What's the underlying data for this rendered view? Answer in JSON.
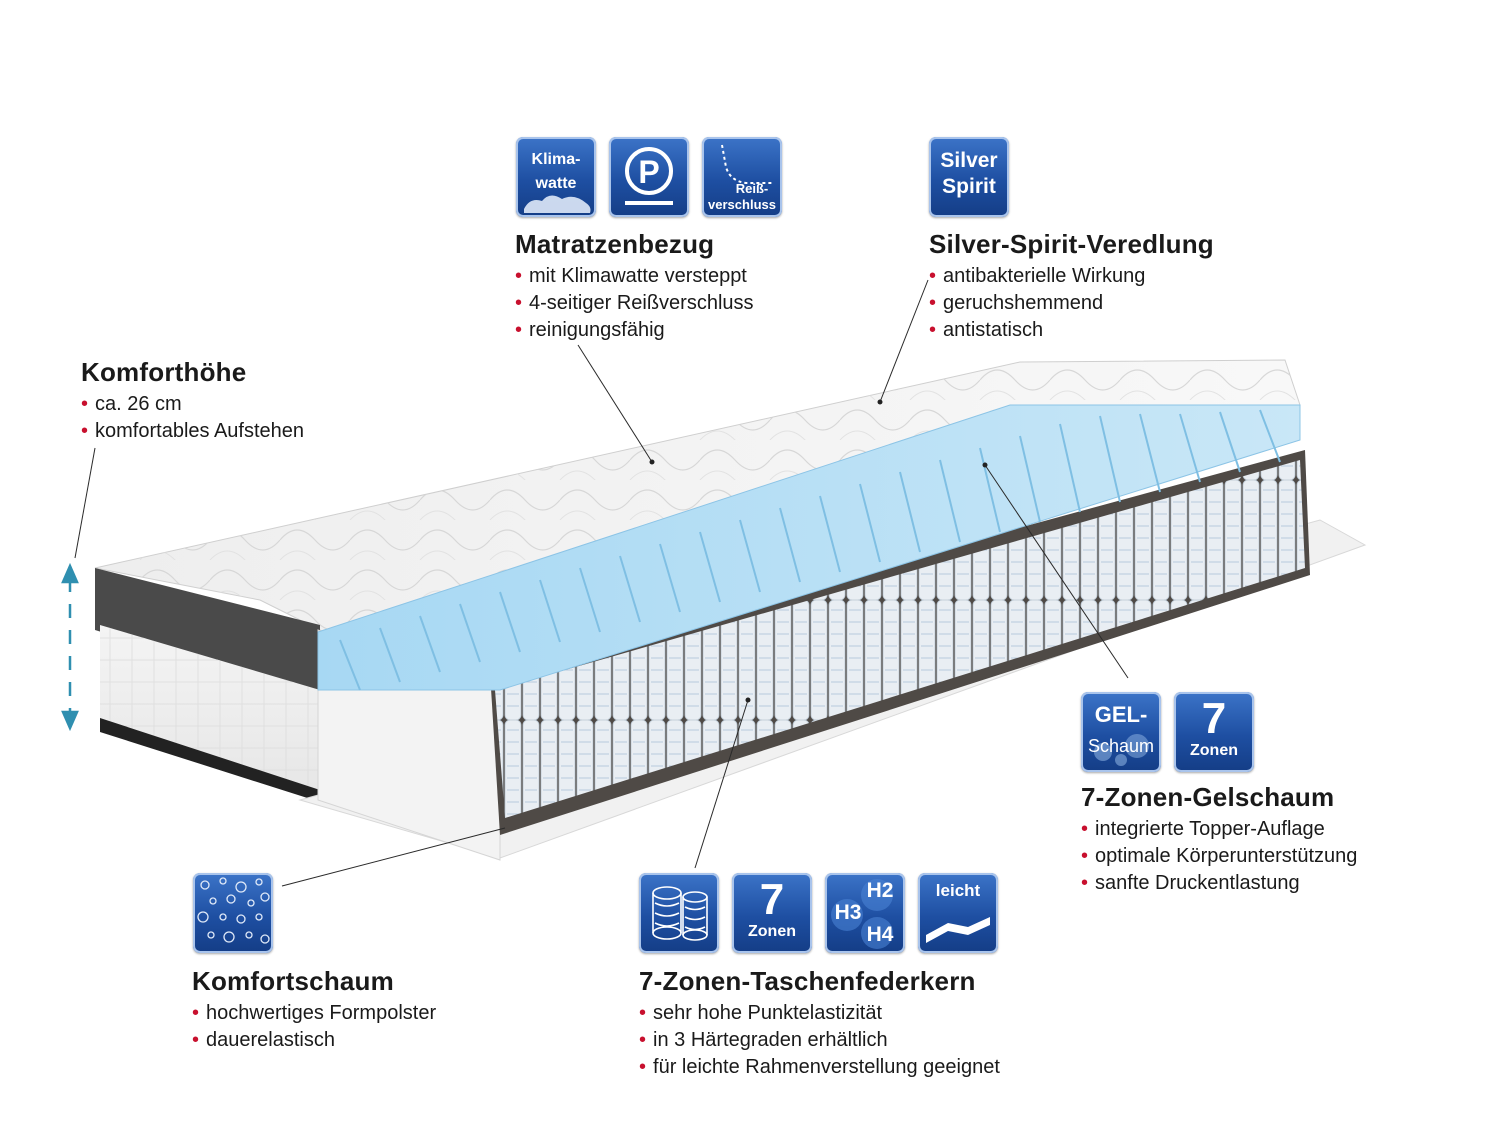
{
  "cover": {
    "title": "Matratzenbezug",
    "bullets": [
      "mit Klimawatte versteppt",
      "4-seitiger Reißverschluss",
      "reinigungsfähig"
    ],
    "badges": [
      {
        "icon": "klimawatte-icon",
        "lines": [
          "Klima-",
          "watte"
        ]
      },
      {
        "icon": "parking-symbol-icon",
        "lines": [
          "P"
        ]
      },
      {
        "icon": "zipper-icon",
        "lines": [
          "Reiß-",
          "verschluss"
        ]
      }
    ]
  },
  "silver": {
    "title": "Silver-Spirit-Veredlung",
    "bullets": [
      "antibakterielle Wirkung",
      "geruchshemmend",
      "antistatisch"
    ],
    "badge": {
      "icon": "silver-spirit-icon",
      "lines": [
        "Silver",
        "Spirit"
      ]
    }
  },
  "height": {
    "title": "Komforthöhe",
    "bullets": [
      "ca. 26 cm",
      "komfortables Aufstehen"
    ]
  },
  "gel": {
    "title": "7-Zonen-Gelschaum",
    "bullets": [
      "integrierte Topper-Auflage",
      "optimale Körperunterstützung",
      "sanfte Druckentlastung"
    ],
    "badges": [
      {
        "icon": "gel-schaum-icon",
        "lines": [
          "GEL-",
          "Schaum"
        ]
      },
      {
        "icon": "seven-zones-icon",
        "lines": [
          "7",
          "Zonen"
        ]
      }
    ]
  },
  "foam": {
    "title": "Komfortschaum",
    "bullets": [
      "hochwertiges Formpolster",
      "dauerelastisch"
    ],
    "badge": {
      "icon": "foam-texture-icon"
    }
  },
  "springs": {
    "title": "7-Zonen-Taschenfederkern",
    "bullets": [
      "sehr hohe Punktelastizität",
      "in 3 Härtegraden erhältlich",
      "für leichte Rahmenverstellung geeignet"
    ],
    "badges": [
      {
        "icon": "pocket-spring-icon"
      },
      {
        "icon": "seven-zones-icon",
        "lines": [
          "7",
          "Zonen"
        ]
      },
      {
        "icon": "firmness-levels-icon",
        "lines": [
          "H2",
          "H3",
          "H4"
        ]
      },
      {
        "icon": "slatted-frame-icon",
        "lines": [
          "leicht"
        ]
      }
    ]
  },
  "colors": {
    "badge_blue": "#1e4fa2",
    "bullet_red": "#c8102e",
    "gel_blue": "#9fd3f0",
    "arrow_teal": "#2f8fb0"
  }
}
